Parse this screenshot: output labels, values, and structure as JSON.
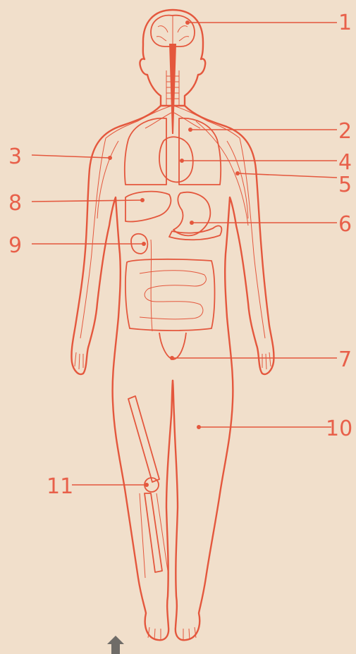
{
  "colors": {
    "background": "#f1dfcb",
    "ink": "#e4573d",
    "label": "#e8604a",
    "arrow": "#6f6c68"
  },
  "labels": [
    {
      "id": "1",
      "text": "1"
    },
    {
      "id": "2",
      "text": "2"
    },
    {
      "id": "3",
      "text": "3"
    },
    {
      "id": "4",
      "text": "4"
    },
    {
      "id": "5",
      "text": "5"
    },
    {
      "id": "6",
      "text": "6"
    },
    {
      "id": "7",
      "text": "7"
    },
    {
      "id": "8",
      "text": "8"
    },
    {
      "id": "9",
      "text": "9"
    },
    {
      "id": "10",
      "text": "10"
    },
    {
      "id": "11",
      "text": "11"
    }
  ],
  "icons": {
    "arrow": "up-arrow-icon"
  }
}
